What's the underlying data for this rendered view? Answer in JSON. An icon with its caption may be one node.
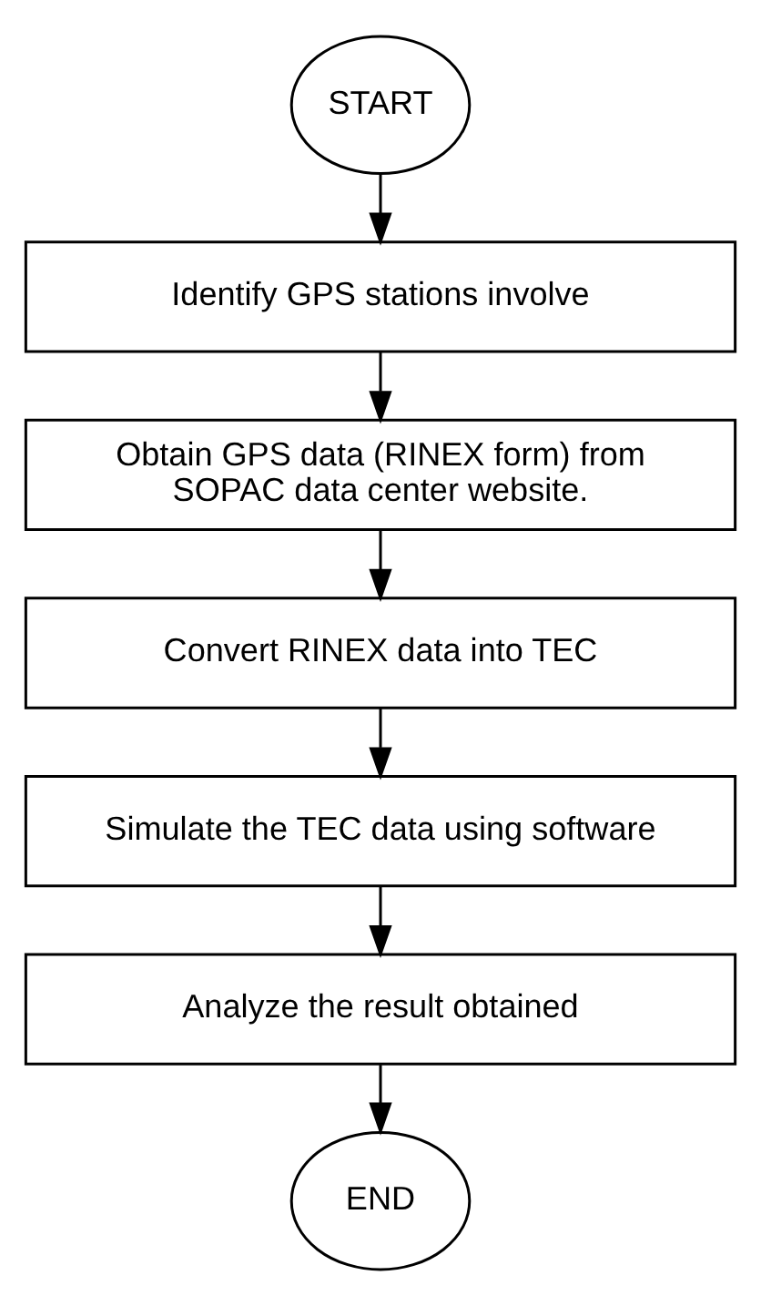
{
  "diagram": {
    "nodes": [
      {
        "text": [
          "START"
        ]
      },
      {
        "text": [
          "Identify GPS stations involve"
        ]
      },
      {
        "text": [
          "Obtain GPS data (RINEX form) from SOPAC data center website."
        ]
      },
      {
        "text": [
          "Convert RINEX data into TEC"
        ]
      },
      {
        "text": [
          "Simulate the TEC data using software"
        ]
      },
      {
        "text": [
          "Analyze the result obtained"
        ]
      },
      {
        "text": [
          "END"
        ]
      }
    ],
    "edges": [
      {
        "from": 0,
        "to": 1,
        "arrow": "to"
      },
      {
        "from": 1,
        "to": 2,
        "arrow": "to"
      },
      {
        "from": 2,
        "to": 3,
        "arrow": "to"
      },
      {
        "from": 3,
        "to": 4,
        "arrow": "to"
      },
      {
        "from": 4,
        "to": 5,
        "arrow": "to"
      },
      {
        "from": 5,
        "to": 6,
        "arrow": "to"
      }
    ]
  }
}
